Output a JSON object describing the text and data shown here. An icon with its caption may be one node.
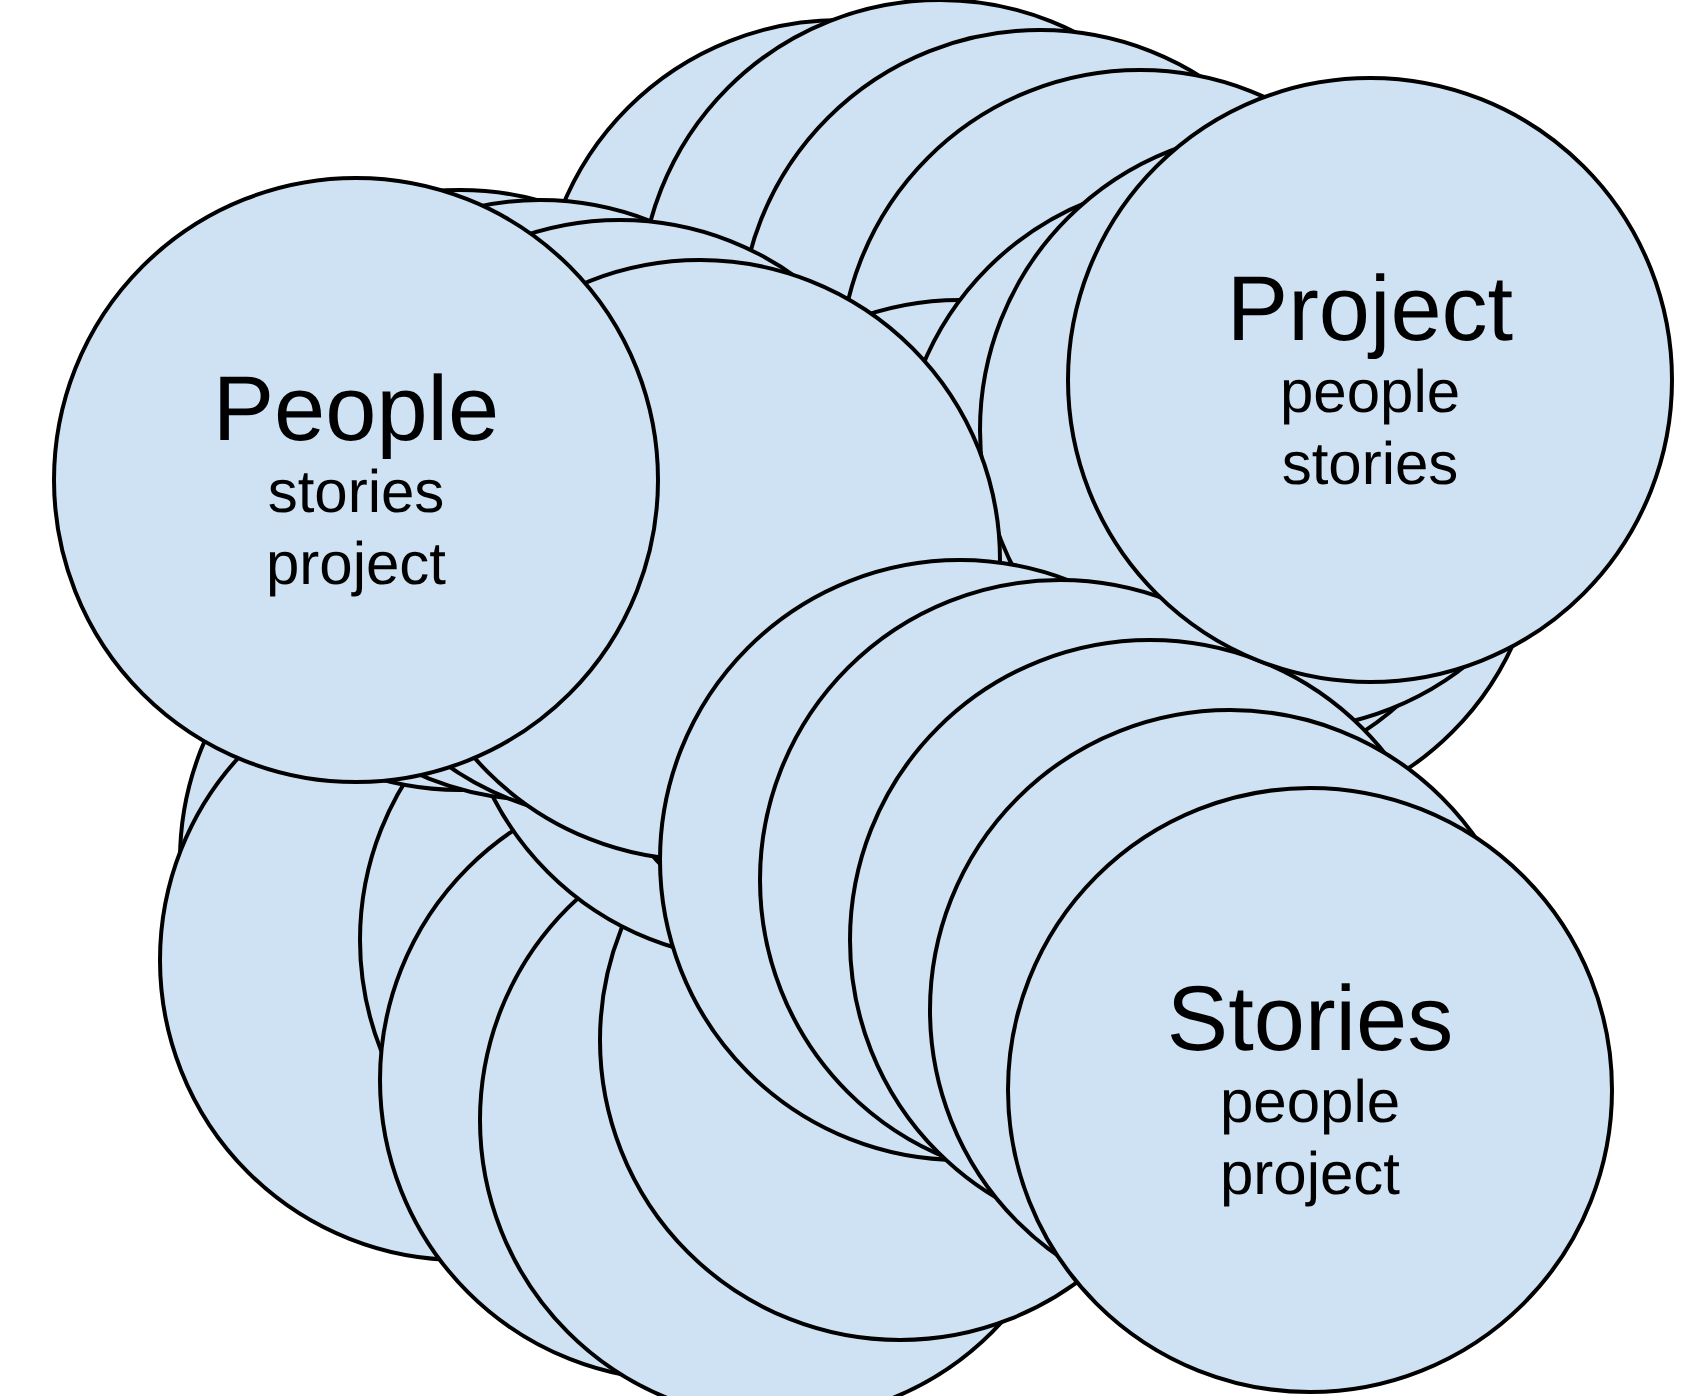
{
  "diagram": {
    "nodes": [
      {
        "text": [
          "People",
          "stories project"
        ]
      },
      {
        "text": [
          "Project",
          "people stories"
        ]
      },
      {
        "text": [
          "Stories",
          "people project"
        ]
      }
    ]
  }
}
